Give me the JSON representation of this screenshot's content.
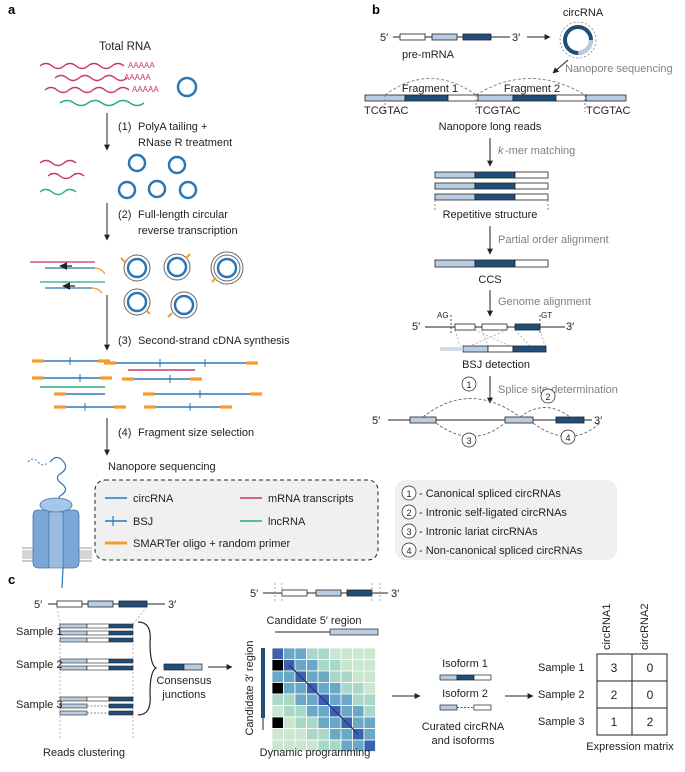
{
  "colors": {
    "circ": "#2a77b8",
    "mrna": "#c8336f",
    "lnc": "#2ba88a",
    "oligo": "#f39b2c",
    "dark_exon": "#1f4e79",
    "light_exon": "#b9cde0",
    "grey_text": "#808080"
  },
  "panel_a": {
    "label": "a",
    "total_rna": "Total RNA",
    "polya": "AAAAA",
    "steps": [
      {
        "num": "(1)",
        "line1": "PolyA tailing +",
        "line2": "RNase R treatment"
      },
      {
        "num": "(2)",
        "line1": "Full-length circular",
        "line2": "reverse transcription"
      },
      {
        "num": "(3)",
        "line1": "Second-strand cDNA synthesis",
        "line2": ""
      },
      {
        "num": "(4)",
        "line1": "Fragment size selection",
        "line2": ""
      }
    ],
    "nanopore": "Nanopore sequencing",
    "legend": {
      "circrna": "circRNA",
      "mrna": "mRNA transcripts",
      "bsj": "BSJ",
      "lncrna": "lncRNA",
      "oligo": "SMARTer oligo + random primer"
    }
  },
  "panel_b": {
    "label": "b",
    "five": "5′",
    "three": "3′",
    "premrna": "pre-mRNA",
    "circrna": "circRNA",
    "nanopore_seq": "Nanopore sequencing",
    "fragment1": "Fragment 1",
    "fragment2": "Fragment 2",
    "motif": "TCGTAC",
    "long_reads": "Nanopore long reads",
    "kmer_k": "k",
    "kmer_rest": "-mer matching",
    "repetitive": "Repetitive structure",
    "poa": "Partial order alignment",
    "ccs": "CCS",
    "genome_align": "Genome alignment",
    "ag": "AG",
    "gt": "GT",
    "bsj_detection": "BSJ detection",
    "splice_site": "Splice site determination",
    "types": [
      {
        "num": "1",
        "text": "- Canonical spliced circRNAs"
      },
      {
        "num": "2",
        "text": "- Intronic self-ligated circRNAs"
      },
      {
        "num": "3",
        "text": "- Intronic lariat circRNAs"
      },
      {
        "num": "4",
        "text": "- Non-canonical spliced circRNAs"
      }
    ]
  },
  "panel_c": {
    "label": "c",
    "five": "5′",
    "three": "3′",
    "samples": [
      "Sample 1",
      "Sample 2",
      "Sample 3"
    ],
    "reads_clustering": "Reads clustering",
    "consensus1": "Consensus",
    "consensus2": "junctions",
    "candidate5": "Candidate 5′ region",
    "candidate3": "Candidate 3′ region",
    "dynamic": "Dynamic programming",
    "isoform1": "Isoform 1",
    "isoform2": "Isoform 2",
    "curated1": "Curated circRNA",
    "curated2": "and isoforms",
    "matrix_cols": [
      "circRNA1",
      "circRNA2"
    ],
    "matrix_values": [
      [
        3,
        0
      ],
      [
        2,
        0
      ],
      [
        1,
        2
      ]
    ],
    "expression": "Expression matrix"
  }
}
